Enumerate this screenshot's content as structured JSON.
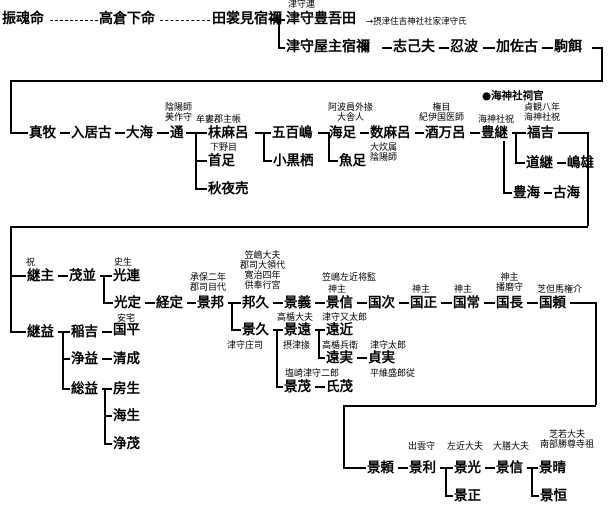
{
  "title_marker": "●海神社祠官",
  "note": "→摂津住吉神社社家津守氏",
  "persons": {
    "furutamamikoto": "振魂命",
    "takakurashimomikoto": "高倉下命",
    "tagamisukune": "田裳見宿禰",
    "toyomioda": "津守豊吾田",
    "yanushisukune": "津守屋主宿禰",
    "shikobu": "志己夫",
    "oshinami": "忍波",
    "kasako": "加佐古",
    "komae": "駒餌",
    "makimaki": "真牧",
    "iriiko": "入居古",
    "oumi": "大海",
    "toru": "通",
    "otomaro": "枺麻呂",
    "ioshima": "五百嶋",
    "umitari": "海足",
    "kazumaro": "数麻呂",
    "sakamaro": "酒万呂",
    "toyotsugu": "豊継",
    "fukuyoshi": "福吉",
    "kubitari": "首足",
    "okuroso": "小黒栖",
    "uotari": "魚足",
    "akiyoshio": "秋夜売",
    "michitsugu": "道継",
    "shimao": "嶋雄",
    "toyoumi": "豊海",
    "koumi": "古海",
    "tsugunushi": "継主",
    "shigenami": "茂並",
    "mitsutsura": "光連",
    "mitsusada": "光定",
    "tsunesada": "経定",
    "kagekuni": "景邦",
    "kunihisa": "邦久",
    "kageyoshi": "景義",
    "kagenobu": "景信",
    "kunitsugu": "国次",
    "kunimasa": "国正",
    "kunitsune": "国常",
    "kuninaga": "国長",
    "kuniyori": "国頼",
    "tsuguma": "継益",
    "inayoshi": "稲吉",
    "kunihira": "国平",
    "jouma": "浄益",
    "kiyonari": "清成",
    "souma": "総益",
    "fusao": "房生",
    "umio": "海生",
    "joumo": "浄茂",
    "kagehisa": "景久",
    "kagetoo": "景遠",
    "tooka": "遠近",
    "toozane": "遠実",
    "sadazane": "貞実",
    "kageshige": "景茂",
    "ujishige": "氏茂",
    "kageyori": "景頼",
    "kagetoshi": "景利",
    "kagemitsu": "景光",
    "kagenobu2": "景信",
    "kageharu": "景晴",
    "kagemasa": "景正",
    "kagetsune": "景恒"
  },
  "annotations": {
    "tsumorimuraji": "津守連",
    "onmyoji": [
      "陰陽師",
      "美作守"
    ],
    "muramachi": "牟婁郡主帳",
    "shimotsuke": "下野目",
    "awaji": [
      "阿波員外掾",
      "大舎人"
    ],
    "ooi": [
      "大炊属",
      "陰陽師"
    ],
    "gon": [
      "権目",
      "紀伊国医師"
    ],
    "kaiji": "海神社祝",
    "jogan": [
      "貞観八年",
      "海神社祝"
    ],
    "hafuri": "祝",
    "shisho": "史生",
    "anzen": "安宅",
    "shoho": [
      "承保二年",
      "郡司目代"
    ],
    "kasashima": [
      "笠嶋大夫",
      "郡司大領代",
      "寛治四年",
      "供奉行宮"
    ],
    "kasashima2": "笠嶋左近将監",
    "kannushi1": "神主",
    "kannushi2": "神主",
    "kannushi3": "神主",
    "kannushi4": [
      "神主",
      "播磨守"
    ],
    "shiba": "芝但馬権介",
    "takasago": "高楯大夫",
    "tsumorimata": "津守又太郎",
    "tsumorisho": "津守庄司",
    "settsu": "摂津掾",
    "takasagohyoe": "高楯兵衛",
    "tsumoritaro": "津守太郎",
    "heiishi": "平維盛郎従",
    "shiozaki": "塩崎津守二郎",
    "izumo": "出雲守",
    "sakon": "左近大夫",
    "ookura": "大膳大夫",
    "shibawaka": [
      "芝若大夫",
      "南部勝尊寺祖"
    ]
  }
}
